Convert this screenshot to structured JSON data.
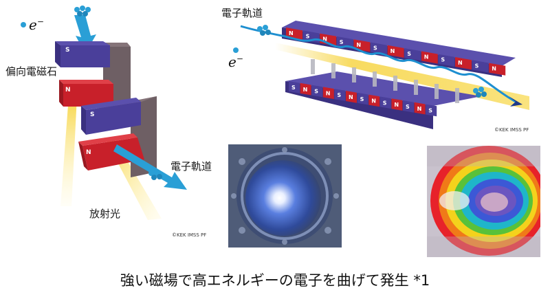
{
  "labels": {
    "electron_left": "e",
    "electron_left_sup": "−",
    "electron_right": "e",
    "electron_right_sup": "−",
    "bending_magnet": "偏向電磁石",
    "electron_orbit_top": "電子軌道",
    "electron_orbit_left": "電子軌道",
    "synchrotron_light": "放射光",
    "credit_left": "©KEK IMSS PF",
    "credit_right": "©KEK IMSS PF",
    "pole_s": "S",
    "pole_n": "N"
  },
  "caption": "強い磁場で高エネルギーの電子を曲げて発生 *1",
  "undulator": {
    "upper_poles": [
      "N",
      "S",
      "N",
      "S",
      "N",
      "S",
      "N",
      "S",
      "N",
      "S",
      "N",
      "S",
      "N"
    ],
    "lower_poles": [
      "S",
      "N",
      "S",
      "N",
      "S",
      "N",
      "S",
      "N",
      "S",
      "N",
      "S",
      "N",
      "S"
    ]
  },
  "colors": {
    "magnet_blue": "#4a3f9a",
    "magnet_red": "#c8202a",
    "yoke_gray": "#6e5f64",
    "electron_blue": "#2a9fd6",
    "light_yellow": "#f6d23a"
  }
}
